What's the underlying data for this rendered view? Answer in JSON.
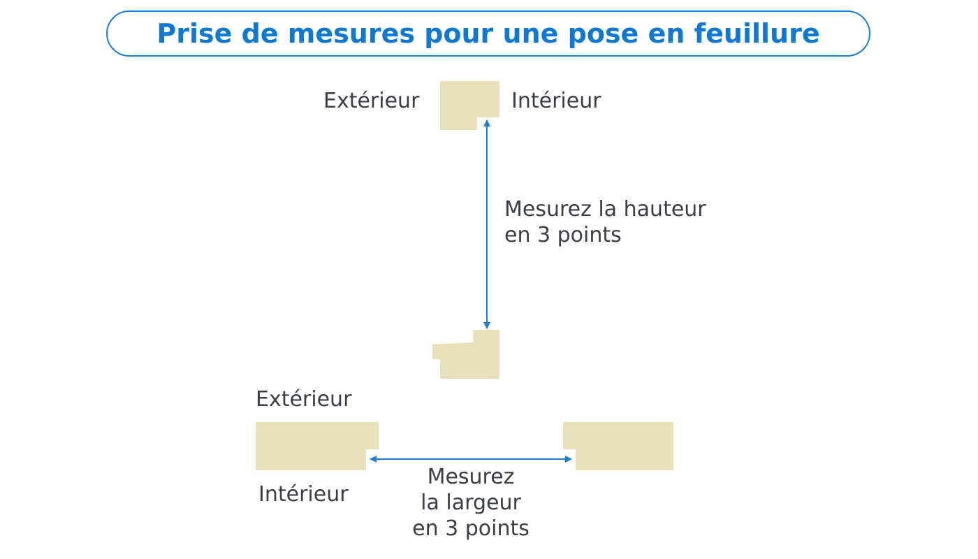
{
  "title": "Prise de mesures pour une pose en feuillure",
  "top_section": {
    "exterior_label": "Extérieur",
    "interior_label": "Intérieur",
    "height_label_line1": "Mesurez la hauteur",
    "height_label_line2": "en 3 points"
  },
  "bottom_section": {
    "exterior_label": "Extérieur",
    "interior_label": "Intérieur",
    "width_label_line1": "Mesurez",
    "width_label_line2": "la largeur",
    "width_label_line3": "en 3 points"
  },
  "colors": {
    "accent": "#0f78d3",
    "frame_fill": "#e8e0b8",
    "text": "#3a3e44",
    "arrow": "#1a7fd4"
  }
}
